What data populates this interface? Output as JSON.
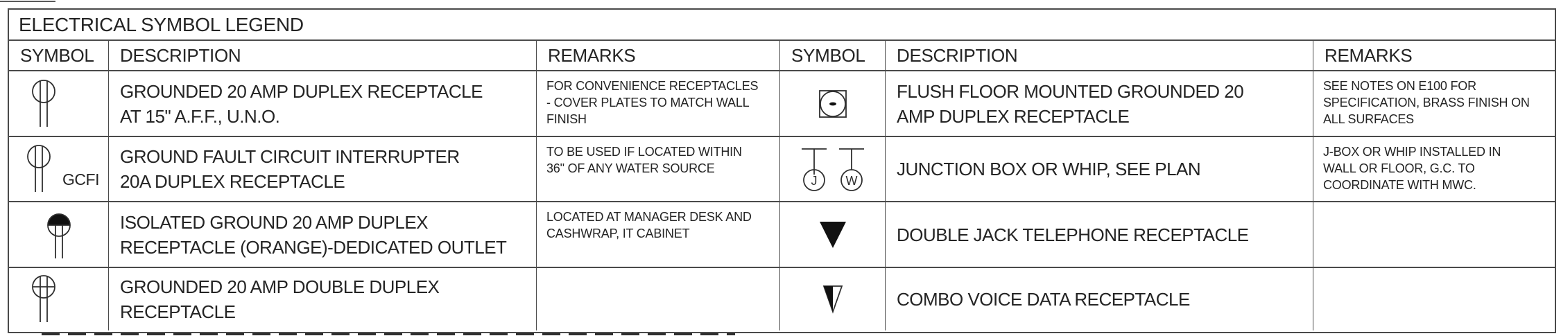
{
  "legend": {
    "title": "ELECTRICAL SYMBOL LEGEND",
    "columns": {
      "symbol": "SYMBOL",
      "description": "DESCRIPTION",
      "remarks": "REMARKS"
    },
    "colors": {
      "line": "#4a4a4a",
      "text": "#242424",
      "background": "#ffffff",
      "symbol_fill": "#111111"
    },
    "rows": [
      {
        "left": {
          "symbol_icon": "duplex-receptacle-icon",
          "description": "GROUNDED 20 AMP DUPLEX RECEPTACLE\nAT 15\" A.F.F., U.N.O.",
          "remarks": "FOR CONVENIENCE RECEPTACLES\n- COVER PLATES TO MATCH WALL\nFINISH"
        },
        "right": {
          "symbol_icon": "flush-floor-receptacle-icon",
          "description": "FLUSH FLOOR MOUNTED GROUNDED 20\nAMP DUPLEX RECEPTACLE",
          "remarks": "SEE NOTES ON E100 FOR\nSPECIFICATION, BRASS FINISH ON\nALL SURFACES"
        }
      },
      {
        "left": {
          "symbol_icon": "gfci-receptacle-icon",
          "symbol_label": "GCFI",
          "description": "GROUND FAULT CIRCUIT INTERRUPTER\n20A DUPLEX RECEPTACLE",
          "remarks": "TO BE USED IF LOCATED WITHIN\n36\" OF ANY WATER SOURCE"
        },
        "right": {
          "symbol_icon": "junction-box-whip-icon",
          "letters": {
            "j": "J",
            "w": "W"
          },
          "description": "JUNCTION BOX OR WHIP, SEE PLAN",
          "remarks": "J-BOX OR WHIP INSTALLED IN\nWALL OR FLOOR, G.C. TO\nCOORDINATE WITH MWC."
        }
      },
      {
        "left": {
          "symbol_icon": "isolated-ground-receptacle-icon",
          "description": "ISOLATED GROUND 20 AMP DUPLEX\nRECEPTACLE (ORANGE)-DEDICATED OUTLET",
          "remarks": "LOCATED AT MANAGER DESK AND\nCASHWRAP, IT CABINET"
        },
        "right": {
          "symbol_icon": "telephone-receptacle-icon",
          "description": "DOUBLE JACK TELEPHONE RECEPTACLE",
          "remarks": ""
        }
      },
      {
        "left": {
          "symbol_icon": "double-duplex-receptacle-icon",
          "description": "GROUNDED 20 AMP DOUBLE DUPLEX\nRECEPTACLE",
          "remarks": ""
        },
        "right": {
          "symbol_icon": "combo-voice-data-icon",
          "description": "COMBO VOICE DATA RECEPTACLE",
          "remarks": ""
        }
      }
    ]
  }
}
